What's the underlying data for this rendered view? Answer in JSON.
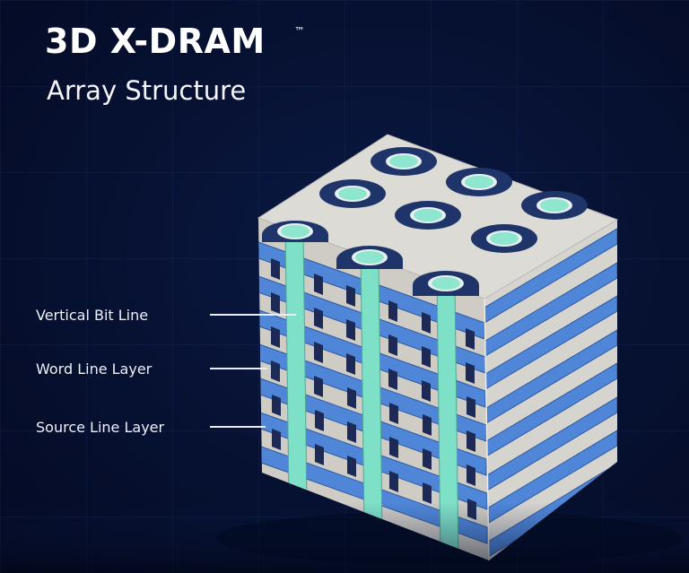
{
  "header": {
    "title": "3D X-DRAM",
    "trademark": "™",
    "subtitle": "Array Structure"
  },
  "labels": [
    {
      "text": "Vertical Bit Line"
    },
    {
      "text": "Word Line Layer"
    },
    {
      "text": "Source Line Layer"
    }
  ],
  "colors": {
    "background": "#050d2a",
    "cube_face": "#d3d1cc",
    "cube_top": "#dcdad6",
    "word_line": "#4f86d8",
    "bit_line": "#7fe0c8",
    "ring_dark": "#1f3468",
    "cell_dark": "#1c2a55"
  },
  "diagram": {
    "top_face_pillars": 9,
    "visible_bit_lines": 3,
    "layers": 8
  }
}
